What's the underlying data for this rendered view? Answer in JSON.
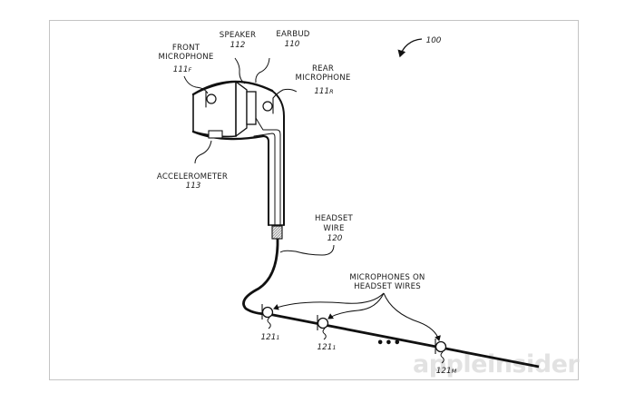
{
  "figure": {
    "ref_number": "100",
    "labels": {
      "front_microphone": {
        "lines": [
          "FRONT",
          "MICROPHONE"
        ],
        "ref": "111",
        "ref_sub": "F"
      },
      "speaker": {
        "lines": [
          "SPEAKER"
        ],
        "ref": "112"
      },
      "earbud": {
        "lines": [
          "EARBUD"
        ],
        "ref": "110"
      },
      "rear_microphone": {
        "lines": [
          "REAR",
          "MICROPHONE"
        ],
        "ref": "111",
        "ref_sub": "R"
      },
      "accelerometer": {
        "lines": [
          "ACCELEROMETER"
        ],
        "ref": "113"
      },
      "headset_wire": {
        "lines": [
          "HEADSET",
          "WIRE"
        ],
        "ref": "120"
      },
      "wire_microphones": {
        "lines": [
          "MICROPHONES ON",
          "HEADSET WIRES"
        ]
      }
    },
    "wire_mics": [
      {
        "ref": "121",
        "ref_sub": "1"
      },
      {
        "ref": "121",
        "ref_sub": "1"
      },
      {
        "ref": "121",
        "ref_sub": "M"
      }
    ],
    "ellipsis": "•••"
  },
  "watermark": "appleinsider",
  "colors": {
    "line": "#111111",
    "frame": "#c4c4c4",
    "watermark": "#d9d9d9"
  }
}
